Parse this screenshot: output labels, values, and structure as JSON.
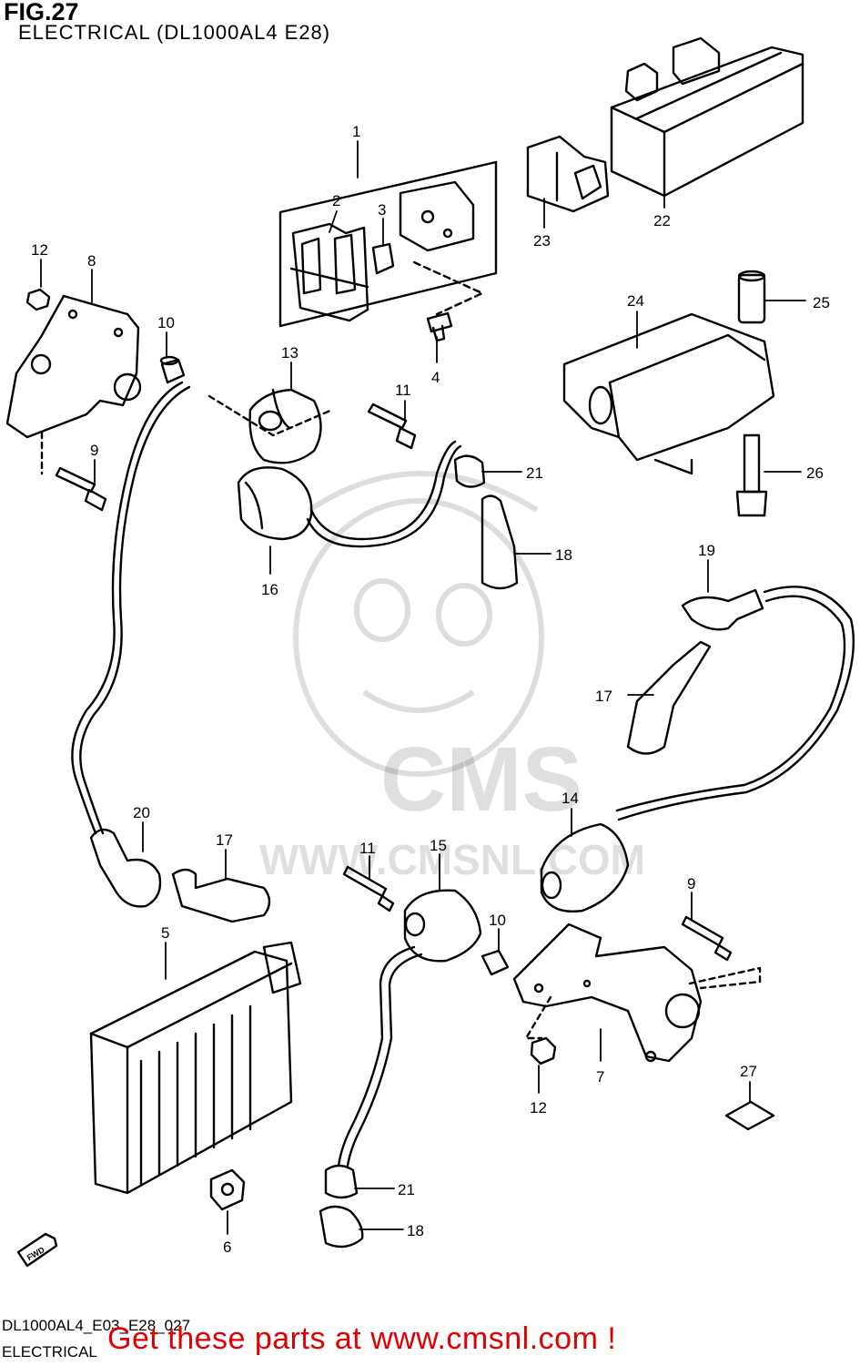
{
  "figure": {
    "number": "FIG.27",
    "title": "ELECTRICAL (DL1000AL4 E28)",
    "drawing_code": "DL1000AL4_E03_E28_027",
    "section": "ELECTRICAL"
  },
  "watermark": {
    "text": "CMS",
    "url": "WWW.CMSNL.COM"
  },
  "footer": {
    "cta": "Get these parts at www.cmsnl.com !"
  },
  "fwd_label": "FWD",
  "callouts": {
    "c1": "1",
    "c2": "2",
    "c3": "3",
    "c4": "4",
    "c5": "5",
    "c6": "6",
    "c7": "7",
    "c8": "8",
    "c9a": "9",
    "c9b": "9",
    "c10a": "10",
    "c10b": "10",
    "c11a": "11",
    "c11b": "11",
    "c12a": "12",
    "c12b": "12",
    "c13": "13",
    "c14": "14",
    "c15": "15",
    "c16": "16",
    "c17a": "17",
    "c17b": "17",
    "c18a": "18",
    "c18b": "18",
    "c19": "19",
    "c20": "20",
    "c21a": "21",
    "c21b": "21",
    "c22": "22",
    "c23": "23",
    "c24": "24",
    "c25": "25",
    "c26": "26",
    "c27": "27"
  }
}
